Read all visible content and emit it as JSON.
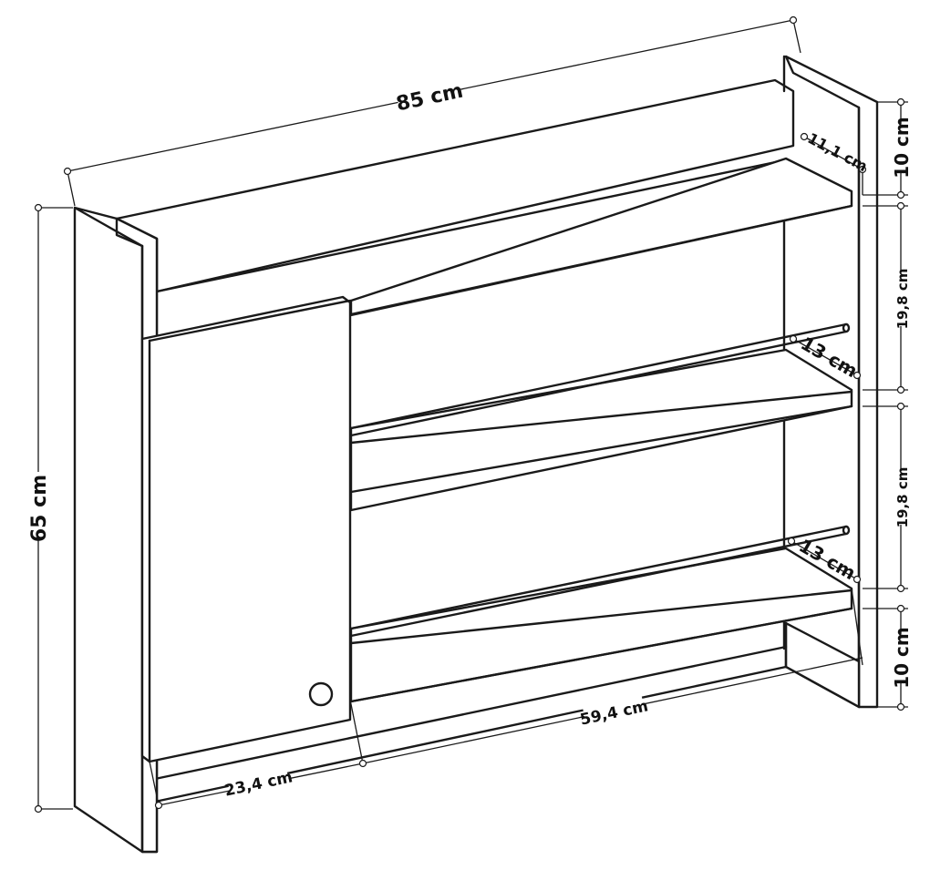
{
  "dimensions": {
    "total_width": "85 cm",
    "total_height": "65 cm",
    "top_shelf_depth": "11,1 cm",
    "top_gap": "10 cm",
    "upper_compartment": "19,8 cm",
    "middle_rail_depth": "13 cm",
    "lower_compartment": "19,8 cm",
    "lower_rail_depth": "13 cm",
    "bottom_gap": "10 cm",
    "cabinet_width": "23,4 cm",
    "open_section_width": "59,4 cm"
  },
  "colors": {
    "line": "#1a1a1a",
    "background": "#ffffff"
  }
}
